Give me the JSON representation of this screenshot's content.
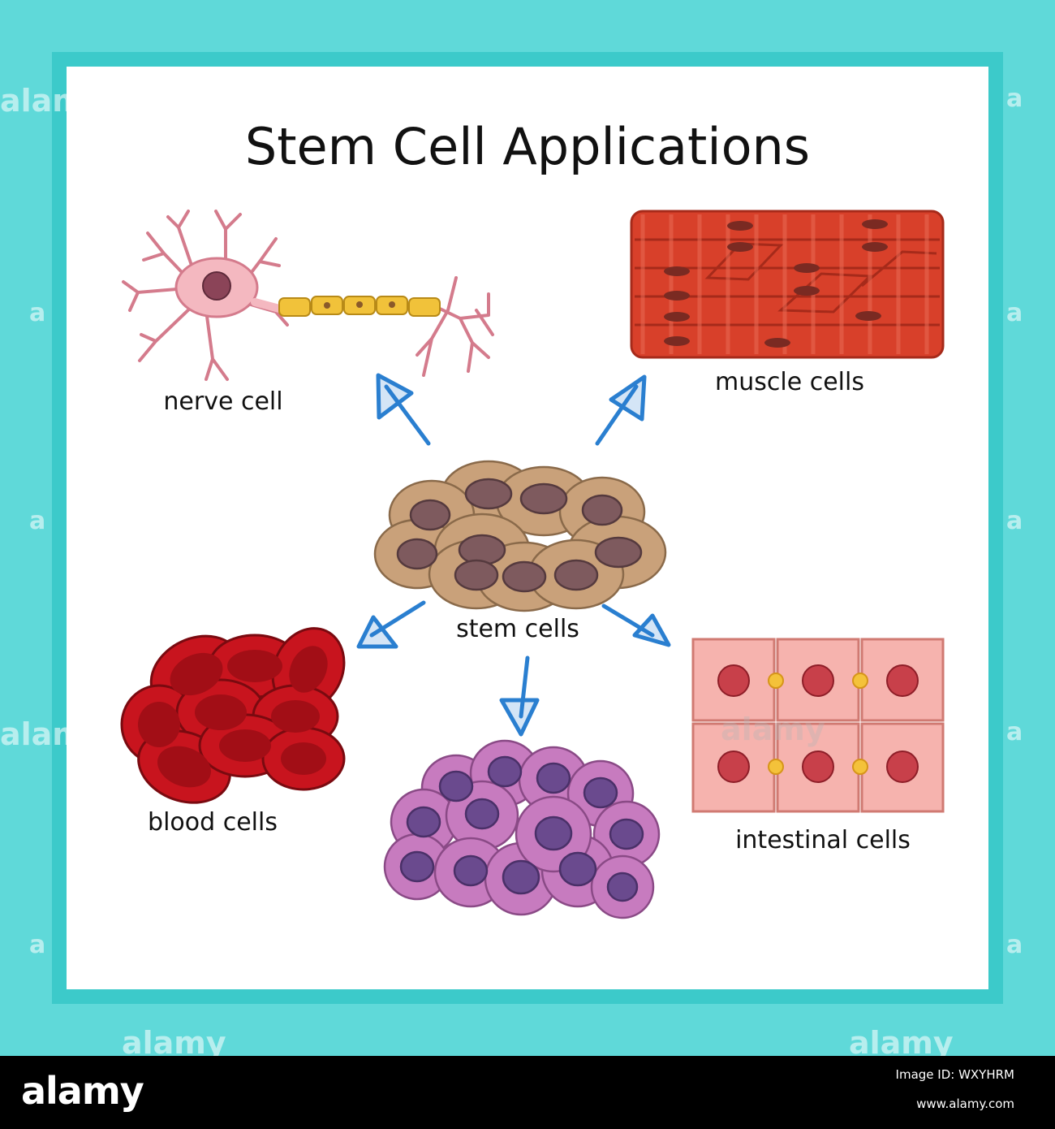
{
  "title": "Stem Cell Applications",
  "labels": {
    "nerve": "nerve cell",
    "muscle": "muscle cells",
    "stem": "stem cells",
    "blood": "blood cells",
    "intestinal": "intestinal cells"
  },
  "watermark": {
    "text": "alamy",
    "side": "a"
  },
  "footer": {
    "logo": "alamy",
    "image_id": "Image ID: WXYHRM",
    "url": "www.alamy.com"
  },
  "colors": {
    "frame_outer": "#5fd9d9",
    "frame_inner": "#3ccaca",
    "arrow": "#2a7fd0",
    "nerve": "#f4b8c0",
    "muscle": "#d8402a",
    "stem": "#c9a17a",
    "blood": "#c8141e",
    "purple": "#c77bbf",
    "intestinal": "#f6b3ae"
  }
}
